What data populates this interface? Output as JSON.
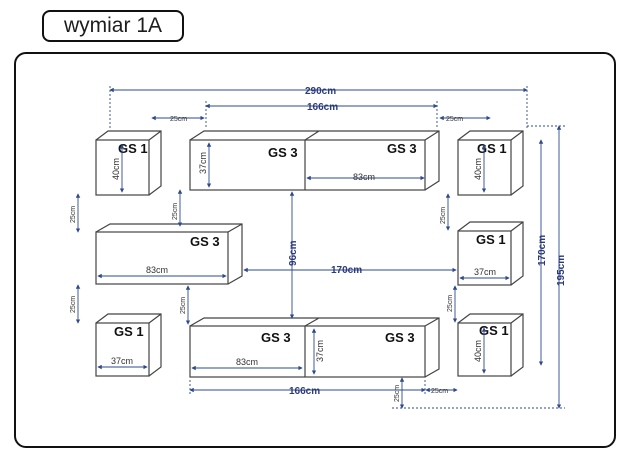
{
  "title": "wymiar 1A",
  "colors": {
    "dimension_line": "#2e4a8c",
    "cabinet_stroke": "#444444",
    "frame": "#111111"
  },
  "cabinets": {
    "tl": "GS 1",
    "top_long_left": "GS 3",
    "top_long_right": "GS 3",
    "tr": "GS 1",
    "mid_left": "GS 3",
    "mid_right": "GS 1",
    "bl": "GS 1",
    "bottom_long_left": "GS 3",
    "bottom_long_right": "GS 3",
    "br": "GS 1"
  },
  "dimensions": {
    "total_width": "290cm",
    "long_width_top": "166cm",
    "long_width_bottom": "166cm",
    "gap_top_left": "25cm",
    "gap_top_right": "25cm",
    "tl_height": "40cm",
    "top_long_height": "37cm",
    "top_half_width": "83cm",
    "tr_height": "40cm",
    "vgap_left_1": "25cm",
    "vgap_center_1": "25cm",
    "vgap_right_1": "25cm",
    "mid_left_width": "83cm",
    "center_height": "96cm",
    "center_span": "170cm",
    "mid_right_width": "37cm",
    "right_height": "170cm",
    "full_height": "195cm",
    "vgap_left_2": "25cm",
    "vgap_center_2": "25cm",
    "vgap_right_2": "25cm",
    "bl_width": "37cm",
    "bottom_half_width": "83cm",
    "bottom_long_height": "37cm",
    "br_height": "40cm",
    "bottom_vgap": "25cm",
    "bottom_hgap": "25cm"
  }
}
